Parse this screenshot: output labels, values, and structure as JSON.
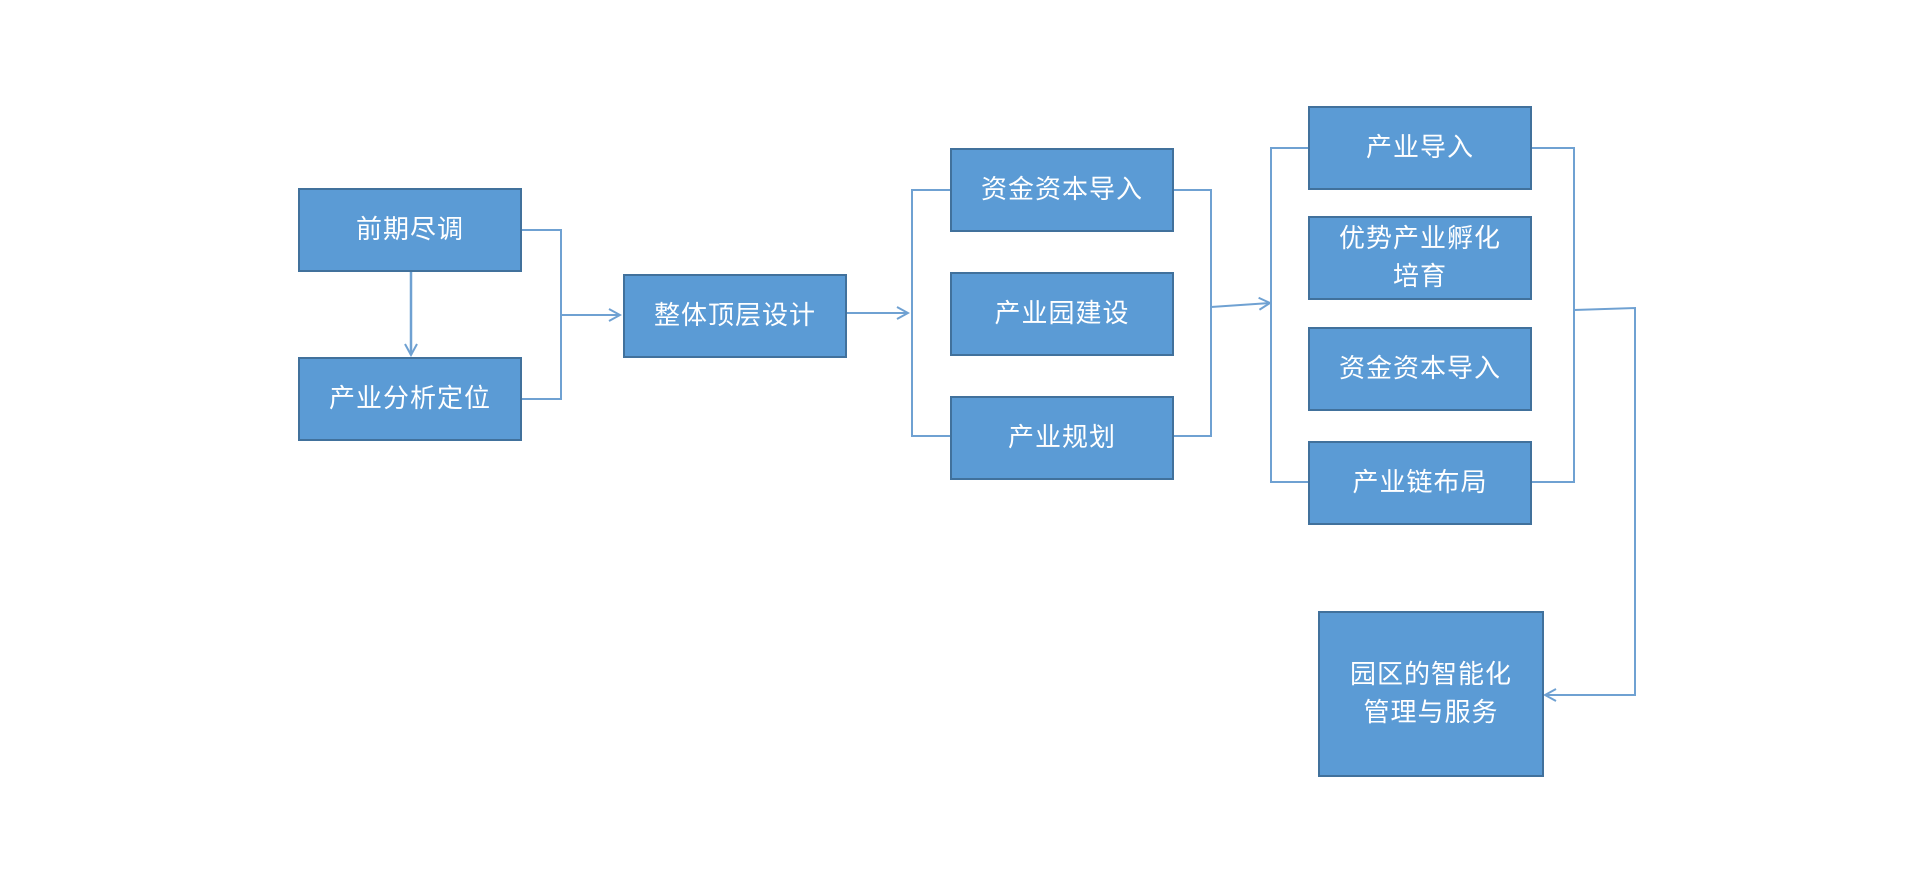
{
  "colors": {
    "node_fill": "#5b9bd5",
    "node_border": "#41719c",
    "connector": "#6fa1d2",
    "text": "#ffffff",
    "background": "#ffffff"
  },
  "nodes": {
    "due_diligence": "前期尽调",
    "industry_positioning": "产业分析定位",
    "top_level_design": "整体顶层设计",
    "capital_import_1": "资金资本导入",
    "park_construction": "产业园建设",
    "industry_planning": "产业规划",
    "industry_import": "产业导入",
    "advantage_incubation": "优势产业孵化\n培育",
    "capital_import_2": "资金资本导入",
    "industry_chain_layout": "产业链布局",
    "smart_management": "园区的智能化\n管理与服务"
  }
}
